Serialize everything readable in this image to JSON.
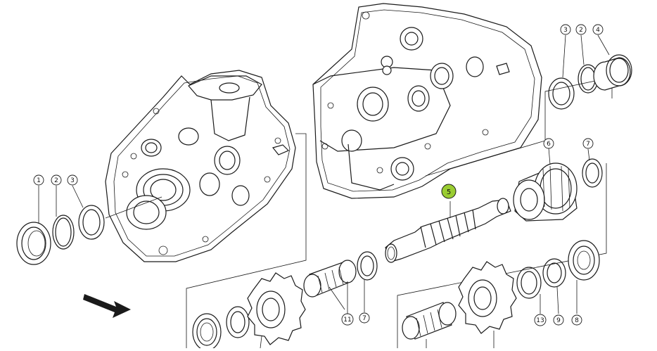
{
  "diagram": {
    "highlight_color": "#9acd32",
    "callouts": [
      {
        "id": "c1",
        "label": "1"
      },
      {
        "id": "c2",
        "label": "2"
      },
      {
        "id": "c3",
        "label": "3"
      },
      {
        "id": "c3b",
        "label": "3"
      },
      {
        "id": "c2b",
        "label": "2"
      },
      {
        "id": "c4",
        "label": "4"
      },
      {
        "id": "c6",
        "label": "6"
      },
      {
        "id": "c7",
        "label": "7"
      },
      {
        "id": "c5",
        "label": "5",
        "highlighted": true
      },
      {
        "id": "c11",
        "label": "11"
      },
      {
        "id": "c7b",
        "label": "7"
      },
      {
        "id": "c13",
        "label": "13"
      },
      {
        "id": "c9",
        "label": "9"
      },
      {
        "id": "c8",
        "label": "8"
      }
    ]
  }
}
